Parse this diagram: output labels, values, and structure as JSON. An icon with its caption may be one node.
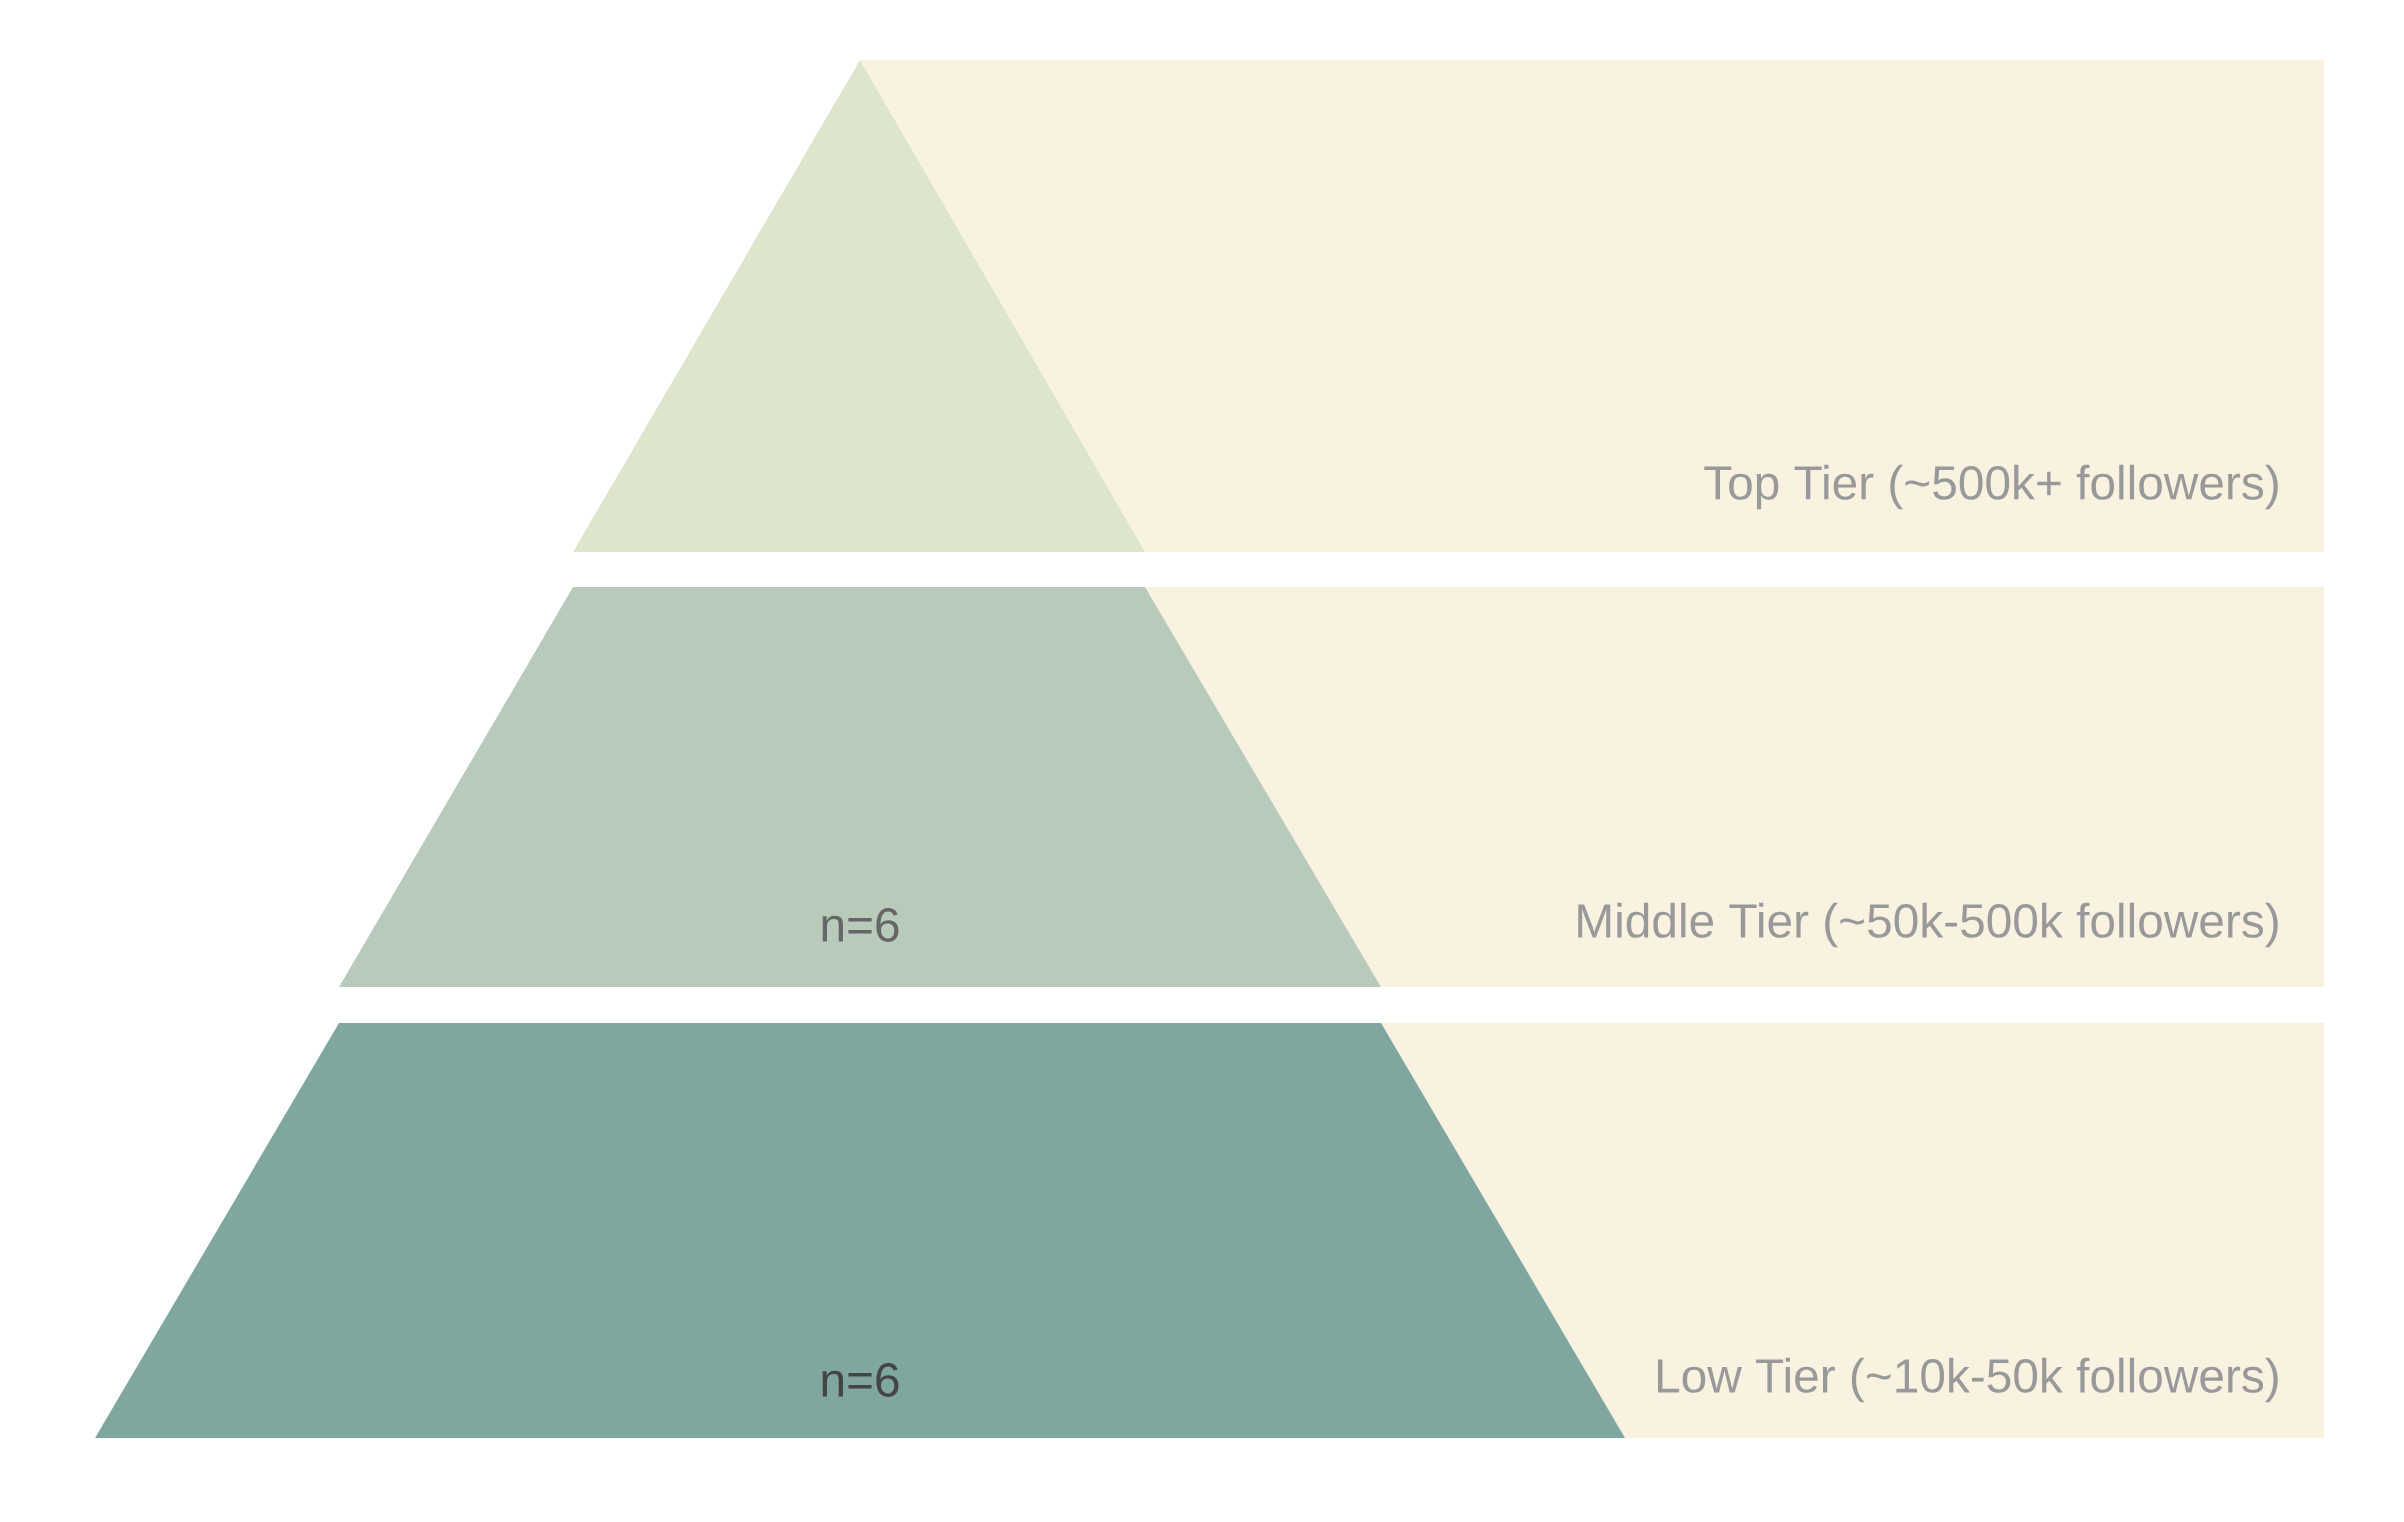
{
  "diagram": {
    "nodes": [
      {
        "text": [],
        "shape": "triangle"
      },
      {
        "text": [
          "Top Tier (~500k+ followers)"
        ]
      },
      {
        "text": [
          "n=6"
        ]
      },
      {
        "text": [
          "Middle Tier (~50k-500k followers)"
        ]
      },
      {
        "text": [
          "n=6"
        ]
      },
      {
        "text": [
          "Low Tier (~10k-50k followers)"
        ]
      }
    ]
  }
}
